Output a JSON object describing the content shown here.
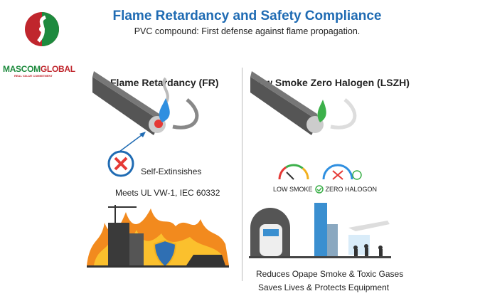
{
  "header": {
    "title": "Flame Retardancy and Safety Compliance",
    "subtitle": "PVC compound: First defense against flame propagation."
  },
  "logo": {
    "name_part1": "MASCOM",
    "name_part2": "GLOBAL",
    "tagline": "REAL VALUE COMMITMENT",
    "colors": {
      "green": "#1e8a3e",
      "red": "#c0262d"
    }
  },
  "left": {
    "heading": "Flame Retardancy (FR)",
    "label_self_ext": "Self-Extinsishes",
    "standards": "Meets UL VW-1, IEC 60332"
  },
  "right": {
    "heading": "Low Smoke Zero Halogen (LSZH)",
    "gauge1": "LOW SMOKE",
    "gauge2": "ZERO HALOGON",
    "line1": "Reduces Opape Smoke & Toxic Gases",
    "line2": "Saves Lives & Protects Equipment"
  },
  "colors": {
    "title": "#1f6bb3",
    "flame_blue": "#2f8fe0",
    "flame_green": "#3cb04a",
    "fire": "#f28a1e"
  }
}
